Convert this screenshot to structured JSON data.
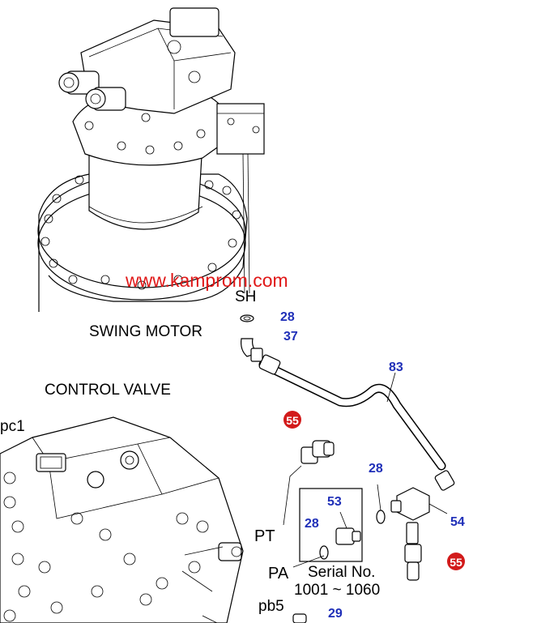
{
  "labels": {
    "swing_motor": "SWING MOTOR",
    "control_valve": "CONTROL VALVE",
    "port_sh": "SH",
    "port_pc1": "pc1",
    "port_pt": "PT",
    "port_pa": "PA",
    "port_pb5": "pb5",
    "serial_title": "Serial No.",
    "serial_range": "1001 ~ 1060"
  },
  "watermark": {
    "text": "www.kamprom.com",
    "color": "#e01818"
  },
  "parts": {
    "p28_top": "28",
    "p37": "37",
    "p83": "83",
    "p55_top": "55",
    "p28_mid": "28",
    "p53": "53",
    "p28_box": "28",
    "p54": "54",
    "p55_bottom": "55",
    "p29": "29"
  },
  "colors": {
    "part_number": "#1f2fb8",
    "badge": "#d21a1a",
    "line": "#000000"
  }
}
